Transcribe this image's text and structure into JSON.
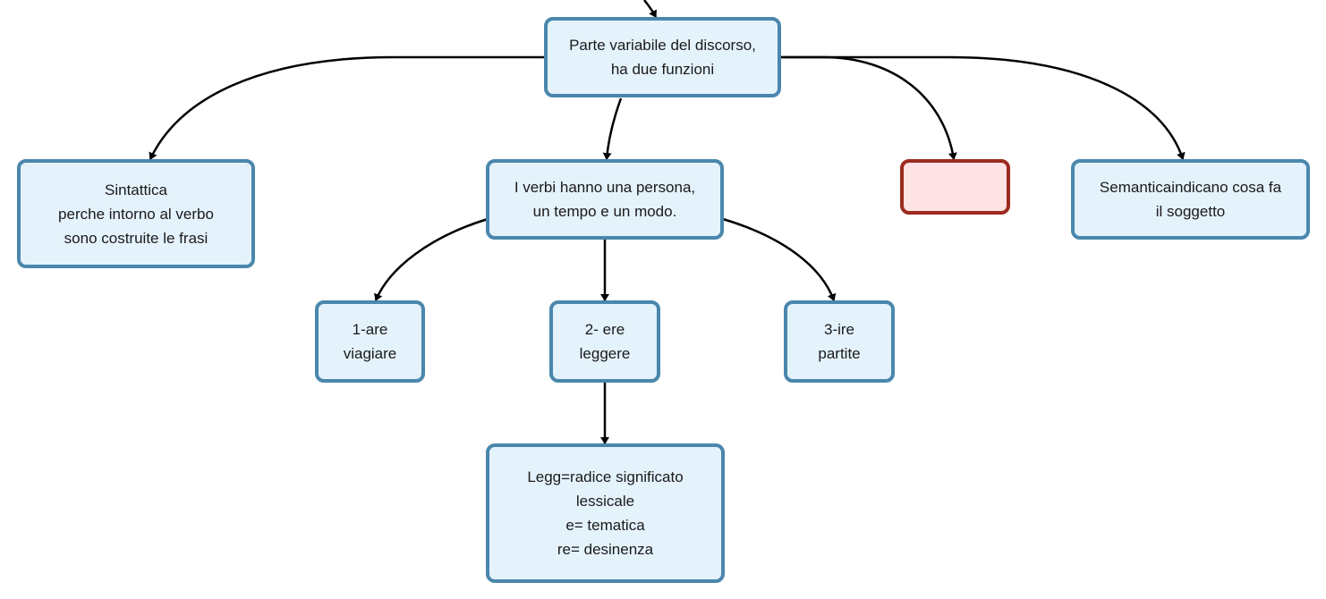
{
  "colors": {
    "node_fill": "#e4f2fc",
    "node_border": "#4a87ad",
    "empty_node_fill": "#fde3e3",
    "empty_node_border": "#9c2a20",
    "connector": "#000000"
  },
  "nodes": {
    "root": "Parte variabile del discorso,\nha due  funzioni",
    "sintattica": "Sintattica\nperche intorno al verbo\nsono costruite le frasi",
    "verbi": "I verbi hanno una persona,\nun tempo e un modo.",
    "empty": "",
    "semantica": "Semanticaindicano cosa fa\nil soggetto",
    "are": "1-are\nviagiare",
    "ere": "2- ere\nleggere",
    "ire": "3-ire\npartite",
    "legg": "Legg=radice significato\nlessicale\ne= tematica\nre= desinenza"
  }
}
